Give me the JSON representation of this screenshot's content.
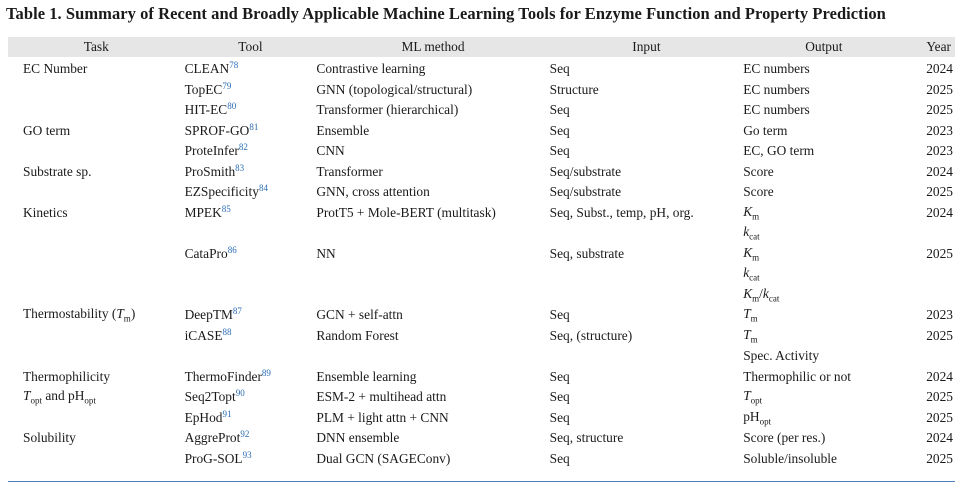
{
  "caption": "Table 1. Summary of Recent and Broadly Applicable Machine Learning Tools for Enzyme Function and Property Prediction",
  "headers": {
    "task": "Task",
    "tool": "Tool",
    "ml": "ML method",
    "input": "Input",
    "output": "Output",
    "year": "Year"
  },
  "rows": [
    {
      "task": "EC Number",
      "tool": "CLEAN",
      "ref": "78",
      "ml": "Contrastive learning",
      "input": "Seq",
      "output": "EC numbers",
      "year": "2024"
    },
    {
      "task": "",
      "tool": "TopEC",
      "ref": "79",
      "ml": "GNN (topological/structural)",
      "input": "Structure",
      "output": "EC numbers",
      "year": "2025"
    },
    {
      "task": "",
      "tool": "HIT-EC",
      "ref": "80",
      "ml": "Transformer (hierarchical)",
      "input": "Seq",
      "output": "EC numbers",
      "year": "2025"
    },
    {
      "task": "GO term",
      "tool": "SPROF-GO",
      "ref": "81",
      "ml": "Ensemble",
      "input": "Seq",
      "output": "Go term",
      "year": "2023"
    },
    {
      "task": "",
      "tool": "ProteInfer",
      "ref": "82",
      "ml": "CNN",
      "input": "Seq",
      "output": "EC, GO term",
      "year": "2023"
    },
    {
      "task": "Substrate sp.",
      "tool": "ProSmith",
      "ref": "83",
      "ml": "Transformer",
      "input": "Seq/substrate",
      "output": "Score",
      "year": "2024"
    },
    {
      "task": "",
      "tool": "EZSpecificity",
      "ref": "84",
      "ml": "GNN, cross attention",
      "input": "Seq/substrate",
      "output": "Score",
      "year": "2025"
    },
    {
      "task": "Kinetics",
      "tool": "MPEK",
      "ref": "85",
      "ml": "ProtT5 + Mole-BERT (multitask)",
      "input": "Seq, Subst., temp, pH, org.",
      "output": "K_m",
      "year": "2024"
    },
    {
      "task": "",
      "tool": "",
      "ref": "",
      "ml": "",
      "input": "",
      "output": "k_cat",
      "year": ""
    },
    {
      "task": "",
      "tool": "CataPro",
      "ref": "86",
      "ml": "NN",
      "input": "Seq, substrate",
      "output": "K_m",
      "year": "2025"
    },
    {
      "task": "",
      "tool": "",
      "ref": "",
      "ml": "",
      "input": "",
      "output": "k_cat",
      "year": ""
    },
    {
      "task": "",
      "tool": "",
      "ref": "",
      "ml": "",
      "input": "",
      "output": "K_m/k_cat",
      "year": ""
    },
    {
      "task": "Thermostability (T_m)",
      "tool": "DeepTM",
      "ref": "87",
      "ml": "GCN + self-attn",
      "input": "Seq",
      "output": "T_m",
      "year": "2023"
    },
    {
      "task": "",
      "tool": "iCASE",
      "ref": "88",
      "ml": "Random Forest",
      "input": "Seq, (structure)",
      "output": "T_m",
      "year": "2025"
    },
    {
      "task": "",
      "tool": "",
      "ref": "",
      "ml": "",
      "input": "",
      "output": "Spec. Activity",
      "year": ""
    },
    {
      "task": "Thermophilicity",
      "tool": "ThermoFinder",
      "ref": "89",
      "ml": "Ensemble learning",
      "input": "Seq",
      "output": "Thermophilic or not",
      "year": "2024"
    },
    {
      "task": "T_opt and pH_opt",
      "tool": "Seq2Topt",
      "ref": "90",
      "ml": "ESM-2 + multihead attn",
      "input": "Seq",
      "output": "T_opt",
      "year": "2025"
    },
    {
      "task": "",
      "tool": "EpHod",
      "ref": "91",
      "ml": "PLM + light attn + CNN",
      "input": "Seq",
      "output": "pH_opt",
      "year": "2025"
    },
    {
      "task": "Solubility",
      "tool": "AggreProt",
      "ref": "92",
      "ml": "DNN ensemble",
      "input": "Seq, structure",
      "output": "Score (per res.)",
      "year": "2024"
    },
    {
      "task": "",
      "tool": "ProG-SOL",
      "ref": "93",
      "ml": "Dual GCN (SAGEConv)",
      "input": "Seq",
      "output": "Soluble/insoluble",
      "year": "2025"
    }
  ],
  "colors": {
    "header_bg": "#e6e6e6",
    "ref_link": "#2a6bb5",
    "bottom_rule": "#4d7fbd"
  }
}
